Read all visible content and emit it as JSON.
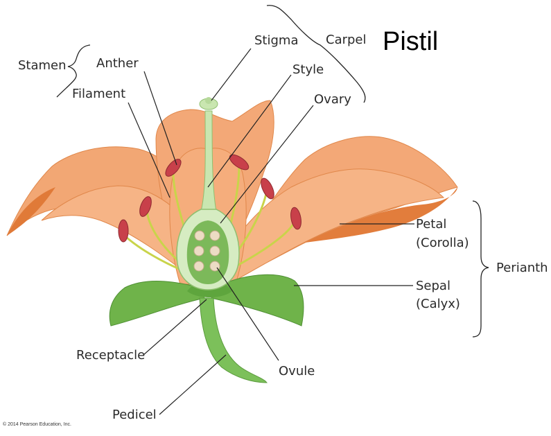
{
  "labels": {
    "stamen": "Stamen",
    "anther": "Anther",
    "filament": "Filament",
    "stigma": "Stigma",
    "carpel": "Carpel",
    "pistil": "Pistil",
    "style": "Style",
    "ovary": "Ovary",
    "petal": "Petal",
    "corolla": "(Corolla)",
    "perianth": "Perianth",
    "sepal": "Sepal",
    "calyx": "(Calyx)",
    "receptacle": "Receptacle",
    "ovule": "Ovule",
    "pedicel": "Pedicel"
  },
  "copyright": "© 2014 Pearson Education, Inc.",
  "colors": {
    "petal": "#f0a070",
    "petal_shade": "#e07a38",
    "sepal": "#6fb34a",
    "stem": "#7cc05a",
    "anther": "#c8404a",
    "filament": "#c9d44a",
    "pistil": "#c9e6b0",
    "ovule": "#ecdcc4"
  }
}
